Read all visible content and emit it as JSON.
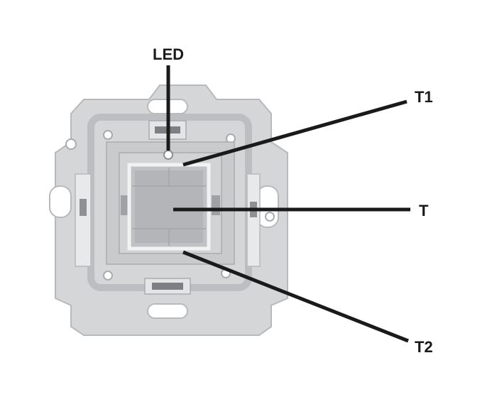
{
  "labels": {
    "led": "LED",
    "t1": "T1",
    "t": "T",
    "t2": "T2"
  },
  "colors": {
    "plate_fill": "#d5d6d8",
    "plate_stroke": "#b7b9bc",
    "inner_frame": "#c9cacc",
    "rocker_fill": "#bfc1c4",
    "rocker_stroke": "#f2f2f2",
    "leader": "#1a1a1a"
  }
}
